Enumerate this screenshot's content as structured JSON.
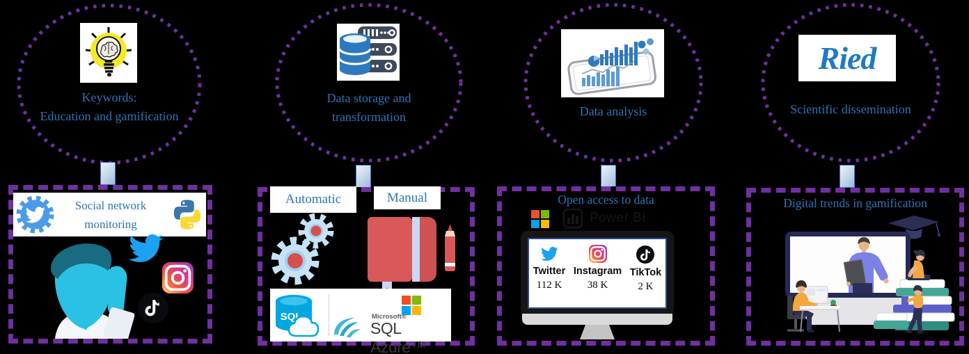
{
  "colors": {
    "background": "#000000",
    "dashed_purple": "#7030A0",
    "heading_blue": "#2E74B5"
  },
  "stages": [
    {
      "circle": {
        "icon": "lightbulb-brain-icon",
        "caption_line1": "Keywords:",
        "caption_line2": "Education and gamification"
      },
      "box": {
        "title_line1": "Social network",
        "title_line2": "monitoring"
      }
    },
    {
      "circle": {
        "icon": "database-server-icon",
        "caption_line1": "Data storage and",
        "caption_line2": "transformation"
      },
      "box": {
        "label_automatic": "Automatic",
        "label_manual": "Manual",
        "sql_label": "SQL",
        "microsoft_label": "Microsoft®",
        "sql_azure_label": "SQL Azure™"
      }
    },
    {
      "circle": {
        "icon": "tablet-analytics-icon",
        "caption_line1": "Data analysis",
        "caption_line2": ""
      },
      "box": {
        "title": "Open access to data",
        "powerbi_label": "Power BI",
        "stats": [
          {
            "platform": "Twitter",
            "count": "112 K"
          },
          {
            "platform": "Instagram",
            "count": "38 K"
          },
          {
            "platform": "TikTok",
            "count": "2 K"
          }
        ]
      }
    },
    {
      "circle": {
        "icon": "ried-journal-logo",
        "logo_text": "Ried",
        "caption_line1": "Scientific dissemination",
        "caption_line2": ""
      },
      "box": {
        "title": "Digital trends in gamification"
      }
    }
  ]
}
